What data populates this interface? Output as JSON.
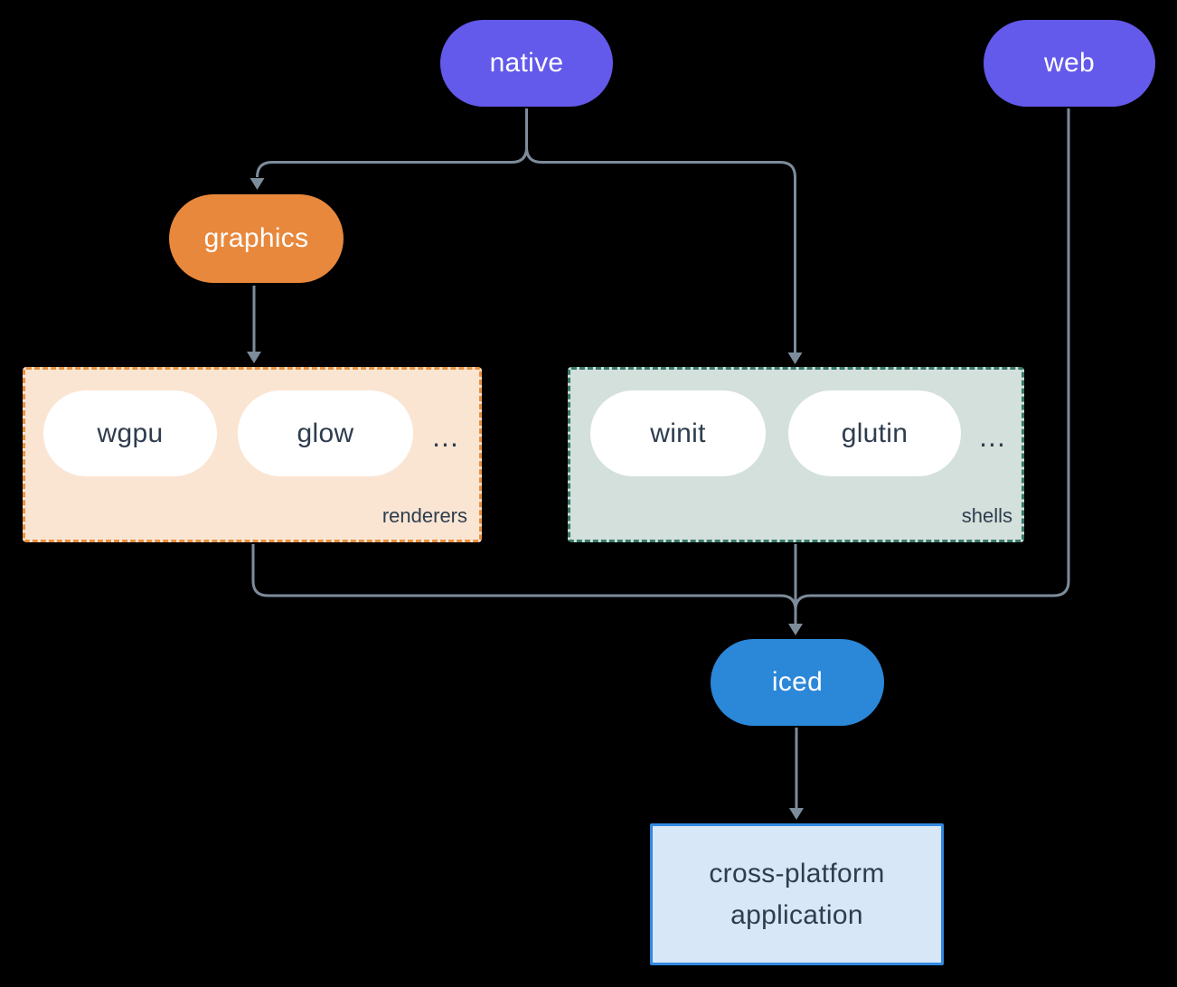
{
  "diagram": {
    "background": "#000000",
    "edge_color": "#7D8C9B",
    "nodes": {
      "native": {
        "label": "native",
        "color": "#6359EA",
        "text_color": "#FFFFFF"
      },
      "web": {
        "label": "web",
        "color": "#6359EA",
        "text_color": "#FFFFFF"
      },
      "graphics": {
        "label": "graphics",
        "color": "#E8883C",
        "text_color": "#FFFFFF"
      },
      "wgpu": {
        "label": "wgpu",
        "color": "#FFFFFF",
        "text_color": "#2E3D4E"
      },
      "glow": {
        "label": "glow",
        "color": "#FFFFFF",
        "text_color": "#2E3D4E"
      },
      "winit": {
        "label": "winit",
        "color": "#FFFFFF",
        "text_color": "#2E3D4E"
      },
      "glutin": {
        "label": "glutin",
        "color": "#FFFFFF",
        "text_color": "#2E3D4E"
      },
      "iced": {
        "label": "iced",
        "color": "#2B87D8",
        "text_color": "#FFFFFF"
      },
      "app": {
        "line1": "cross-platform",
        "line2": "application",
        "bg": "#D7E7F8",
        "border": "#3389E0"
      }
    },
    "groups": {
      "renderers": {
        "label": "renderers",
        "ellipsis": "...",
        "bg": "#FAE5D3",
        "border": "#E8913F"
      },
      "shells": {
        "label": "shells",
        "ellipsis": "...",
        "bg": "#D3E0DB",
        "border": "#38796B"
      }
    }
  }
}
